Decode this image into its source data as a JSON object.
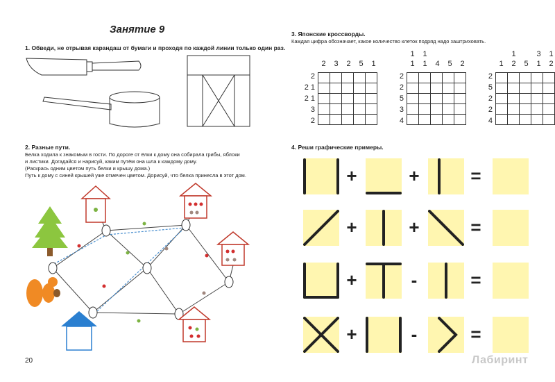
{
  "page_title": "Занятие 9",
  "task1": {
    "title": "1. Обведи, не отрывая карандаш от бумаги и проходя по каждой линии только один раз."
  },
  "task2": {
    "title": "2. Разные пути.",
    "lines": [
      "Белка ходила к знакомым в гости. По дороге от ёлки к дому она собирала грибы, яблоки",
      "и листики. Догадайся и нарисуй, каким путём она шла к каждому дому.",
      "(Раскрась одним цветом путь белки и крышу дома.)",
      "Путь к дому с синей крышей уже отмечен цветом. Дорисуй, что белка принесла в этот дом."
    ]
  },
  "task3": {
    "title": "3. Японские кроссворды.",
    "subtitle": "Каждая цифра обозначает, какое количество клеток подряд надо заштриховать.",
    "puzzles": [
      {
        "col_top": [
          "",
          "",
          "",
          "",
          ""
        ],
        "col_bottom": [
          "2",
          "3",
          "2",
          "5",
          "1"
        ],
        "rows": [
          "2",
          "2 1",
          "2 1",
          "3",
          "2"
        ]
      },
      {
        "col_top": [
          "1",
          "1",
          "",
          "",
          ""
        ],
        "col_bottom": [
          "1",
          "1",
          "4",
          "5",
          "2"
        ],
        "rows": [
          "2",
          "2",
          "5",
          "3",
          "4"
        ]
      },
      {
        "col_top": [
          "",
          "1",
          "",
          "3",
          "1"
        ],
        "col_bottom": [
          "1",
          "2",
          "5",
          "1",
          "2"
        ],
        "rows": [
          "2",
          "5",
          "2",
          "2",
          "4"
        ]
      }
    ]
  },
  "task4": {
    "title": "4. Реши графические примеры.",
    "rows": [
      {
        "ops": [
          "+",
          "+",
          "="
        ]
      },
      {
        "ops": [
          "+",
          "+",
          "="
        ]
      },
      {
        "ops": [
          "+",
          "-",
          "="
        ]
      },
      {
        "ops": [
          "+",
          "-",
          "="
        ]
      }
    ]
  },
  "page_number": "20",
  "watermark": "Лабиринт",
  "colors": {
    "square_fill": "#fff6b0",
    "tree_green": "#8cc63f",
    "roof_blue": "#2a7fd0",
    "path_blue": "#4a8fcf"
  }
}
